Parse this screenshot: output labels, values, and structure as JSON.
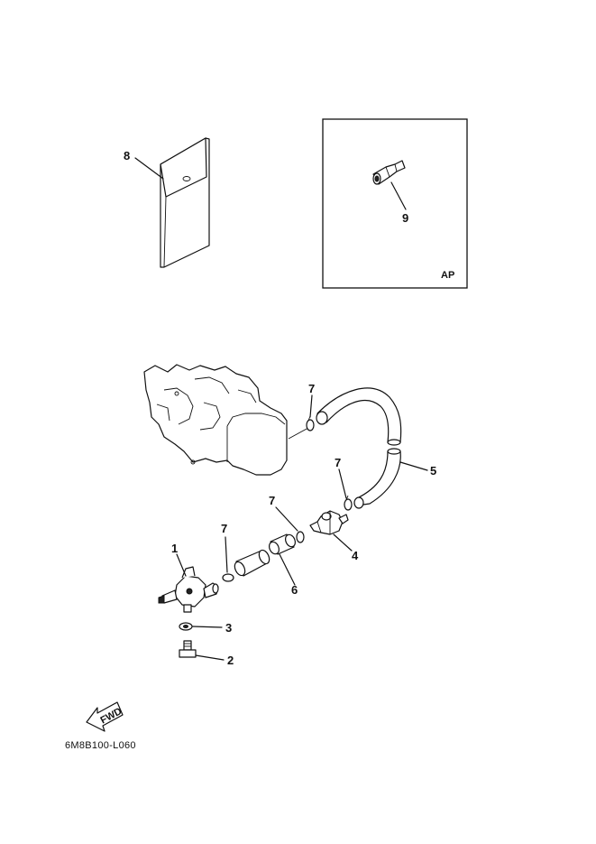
{
  "inset_label": "AP",
  "drawing_code": "6M8B100-L060",
  "fwd_label": "FWD",
  "callouts": {
    "c1": "1",
    "c2": "2",
    "c3": "3",
    "c4": "4",
    "c5": "5",
    "c6": "6",
    "c7a": "7",
    "c7b": "7",
    "c7c": "7",
    "c7d": "7",
    "c8": "8",
    "c9": "9"
  }
}
